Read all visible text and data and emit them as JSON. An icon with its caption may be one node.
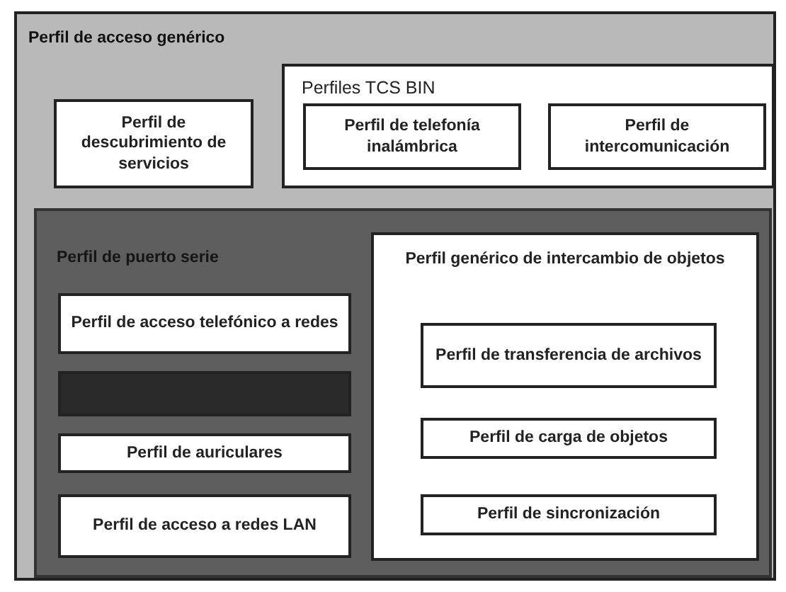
{
  "diagram": {
    "nodes": [
      {
        "text": [
          "Perfil de acceso genérico"
        ]
      },
      {
        "text": [
          "Perfil de descubrimiento de servicios"
        ],
        "in": 0
      },
      {
        "text": [
          "Perfiles TCS BIN"
        ],
        "in": 0
      },
      {
        "text": [
          "Perfil de telefonía inalámbrica"
        ],
        "in": 2
      },
      {
        "text": [
          "Perfil de intercomunicación"
        ],
        "in": 2
      },
      {
        "text": [
          "Perfil de puerto serie"
        ],
        "in": 0
      },
      {
        "text": [
          "Perfil de acceso telefónico a redes"
        ],
        "in": 5
      },
      {
        "text": [],
        "shape": "box",
        "in": 5
      },
      {
        "text": [
          "Perfil de auriculares"
        ],
        "in": 5
      },
      {
        "text": [
          "Perfil de acceso a redes LAN"
        ],
        "in": 5
      },
      {
        "text": [
          "Perfil genérico de intercambio de objetos"
        ],
        "in": 5
      },
      {
        "text": [
          "Perfil de transferencia de archivos"
        ],
        "in": 10
      },
      {
        "text": [
          "Perfil de carga de objetos"
        ],
        "in": 10
      },
      {
        "text": [
          "Perfil de sincronización"
        ],
        "in": 10
      }
    ]
  }
}
